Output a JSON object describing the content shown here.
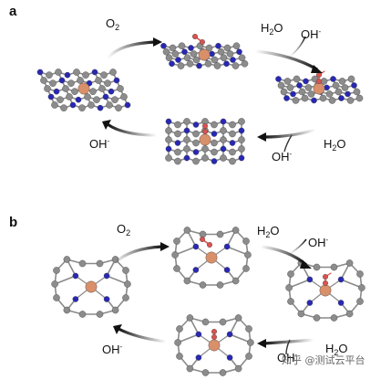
{
  "panels": [
    {
      "label": "a"
    },
    {
      "label": "b"
    }
  ],
  "species": {
    "o2": {
      "main": "O",
      "sub": "2"
    },
    "h2o": {
      "pre": "H",
      "sub": "2",
      "post": "O"
    },
    "oh": {
      "main": "OH",
      "sup": "-"
    }
  },
  "watermark": "知乎 @测试云平台",
  "colors": {
    "carbon": "#8c8c8c",
    "nitrogen": "#2828b4",
    "metal": "#d9906a",
    "oxygen": "#d9534f",
    "bond": "#8a8a8a",
    "arrow": "#111111"
  },
  "icons": [
    "carbon-atom",
    "nitrogen-atom",
    "metal-atom",
    "oxygen-atom",
    "reaction-arrow"
  ]
}
